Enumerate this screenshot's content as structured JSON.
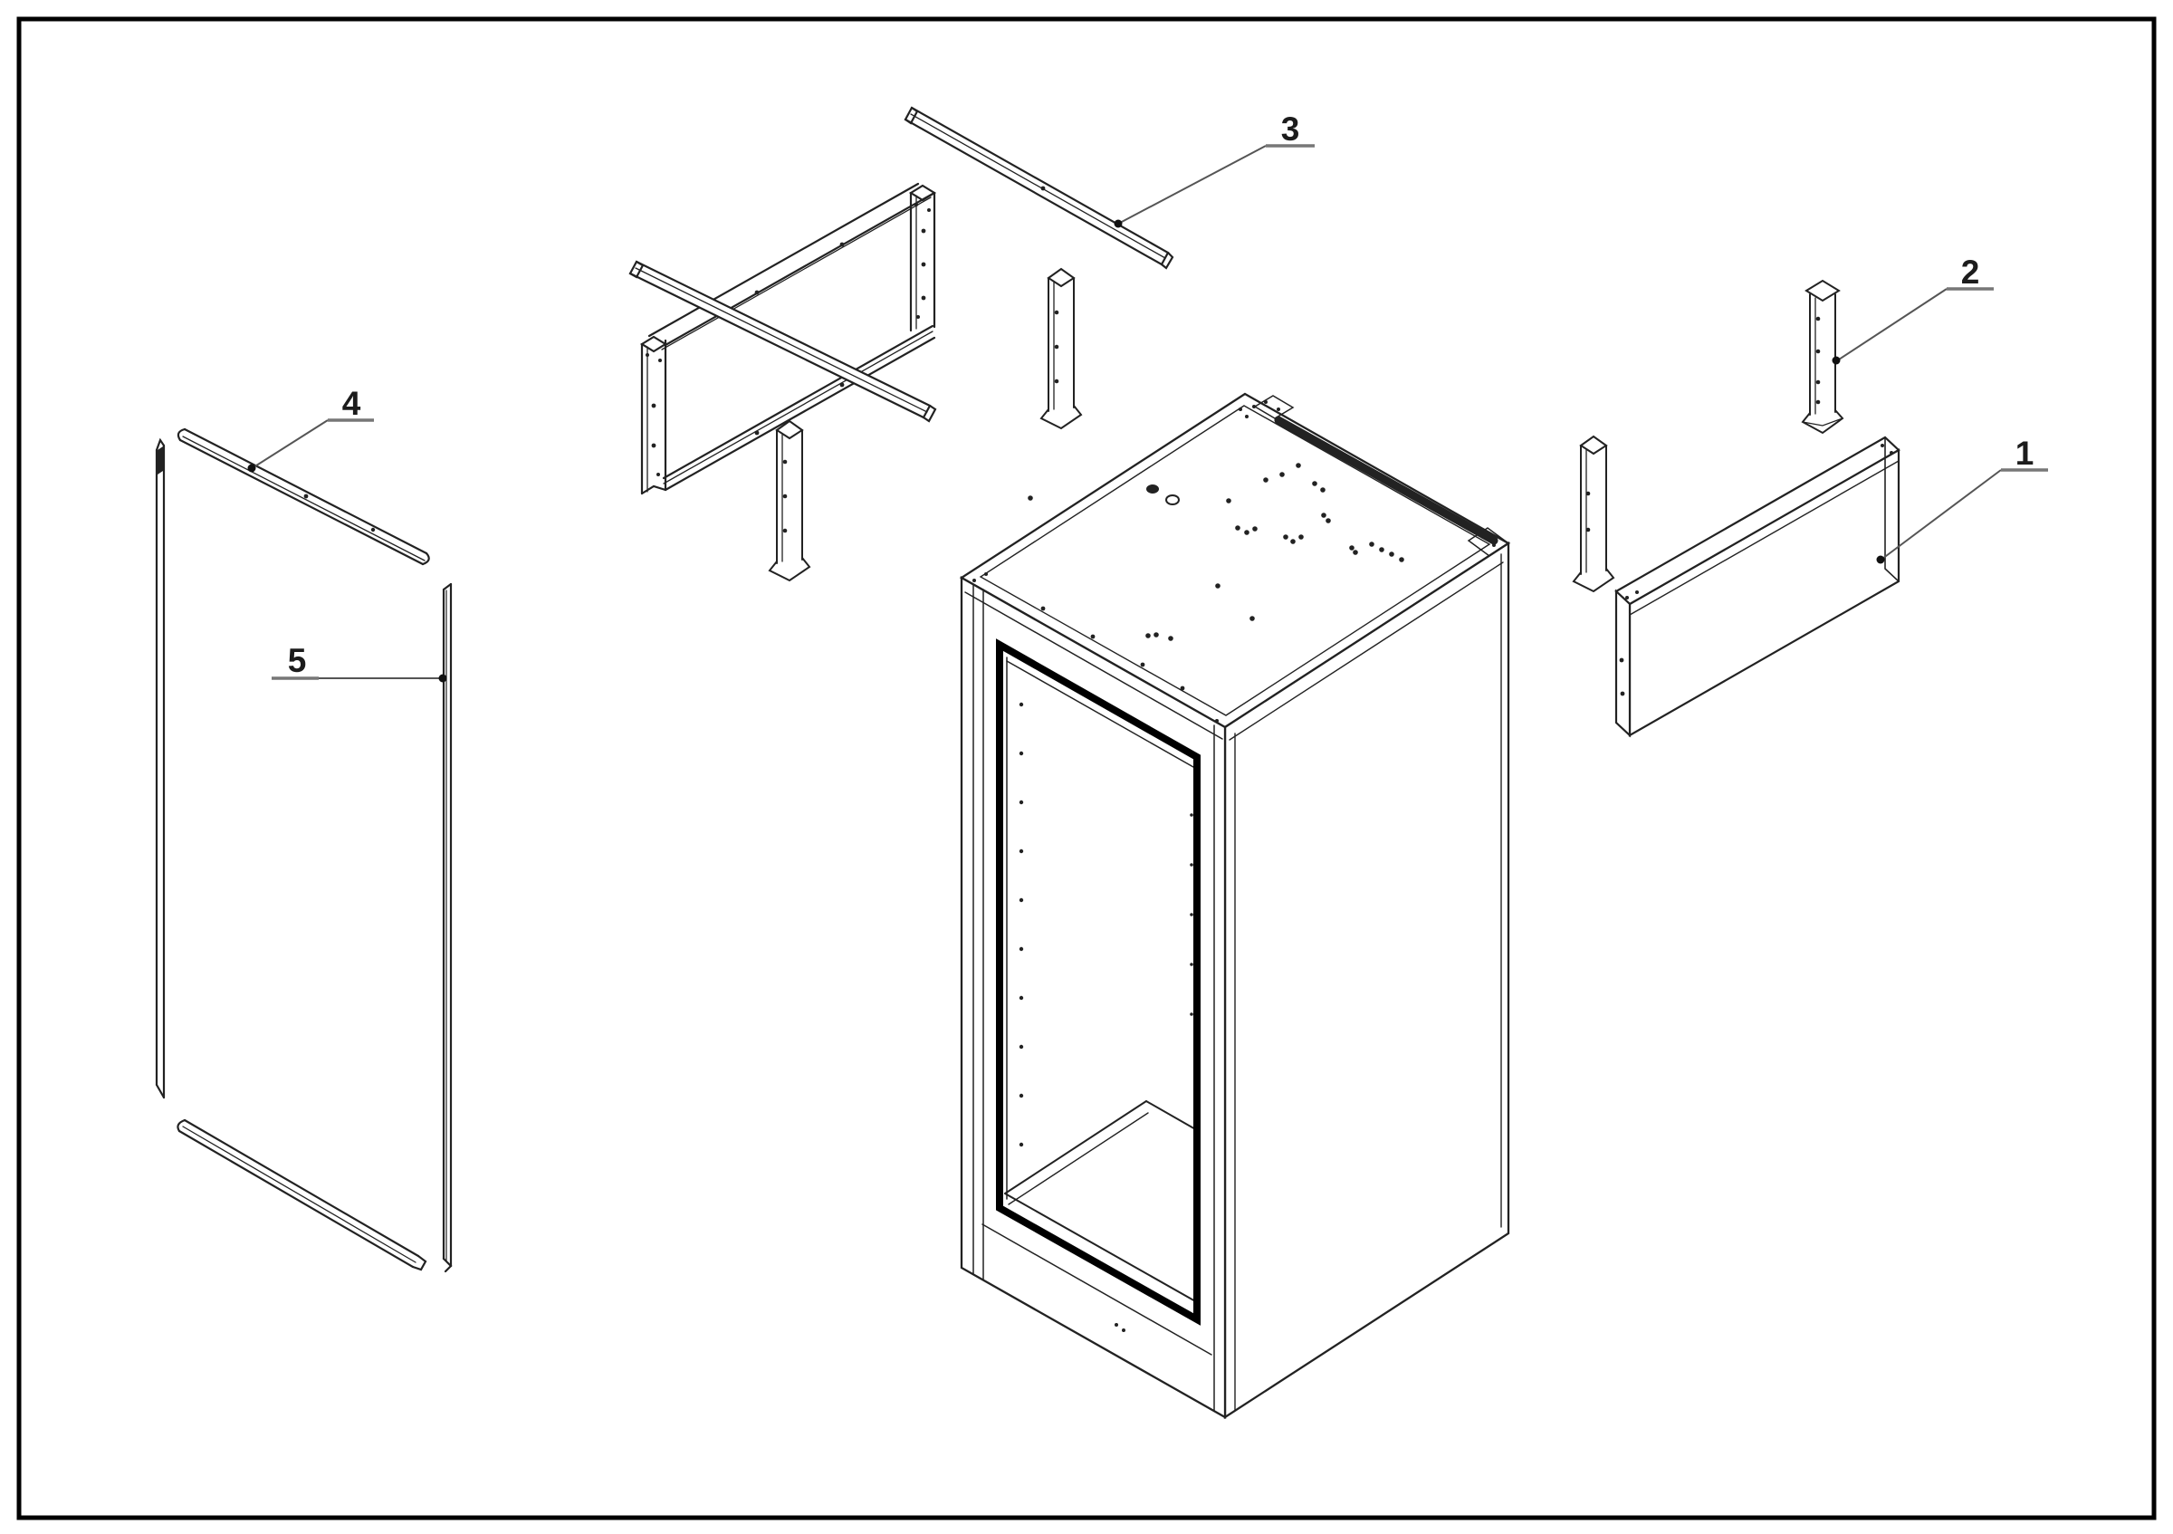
{
  "page": {
    "background": "#ffffff",
    "border_color": "#000000",
    "line_color": "#222222",
    "seal_color": "#000000"
  },
  "callouts": [
    {
      "label": "1"
    },
    {
      "label": "2"
    },
    {
      "label": "3"
    },
    {
      "label": "4"
    },
    {
      "label": "5"
    }
  ]
}
